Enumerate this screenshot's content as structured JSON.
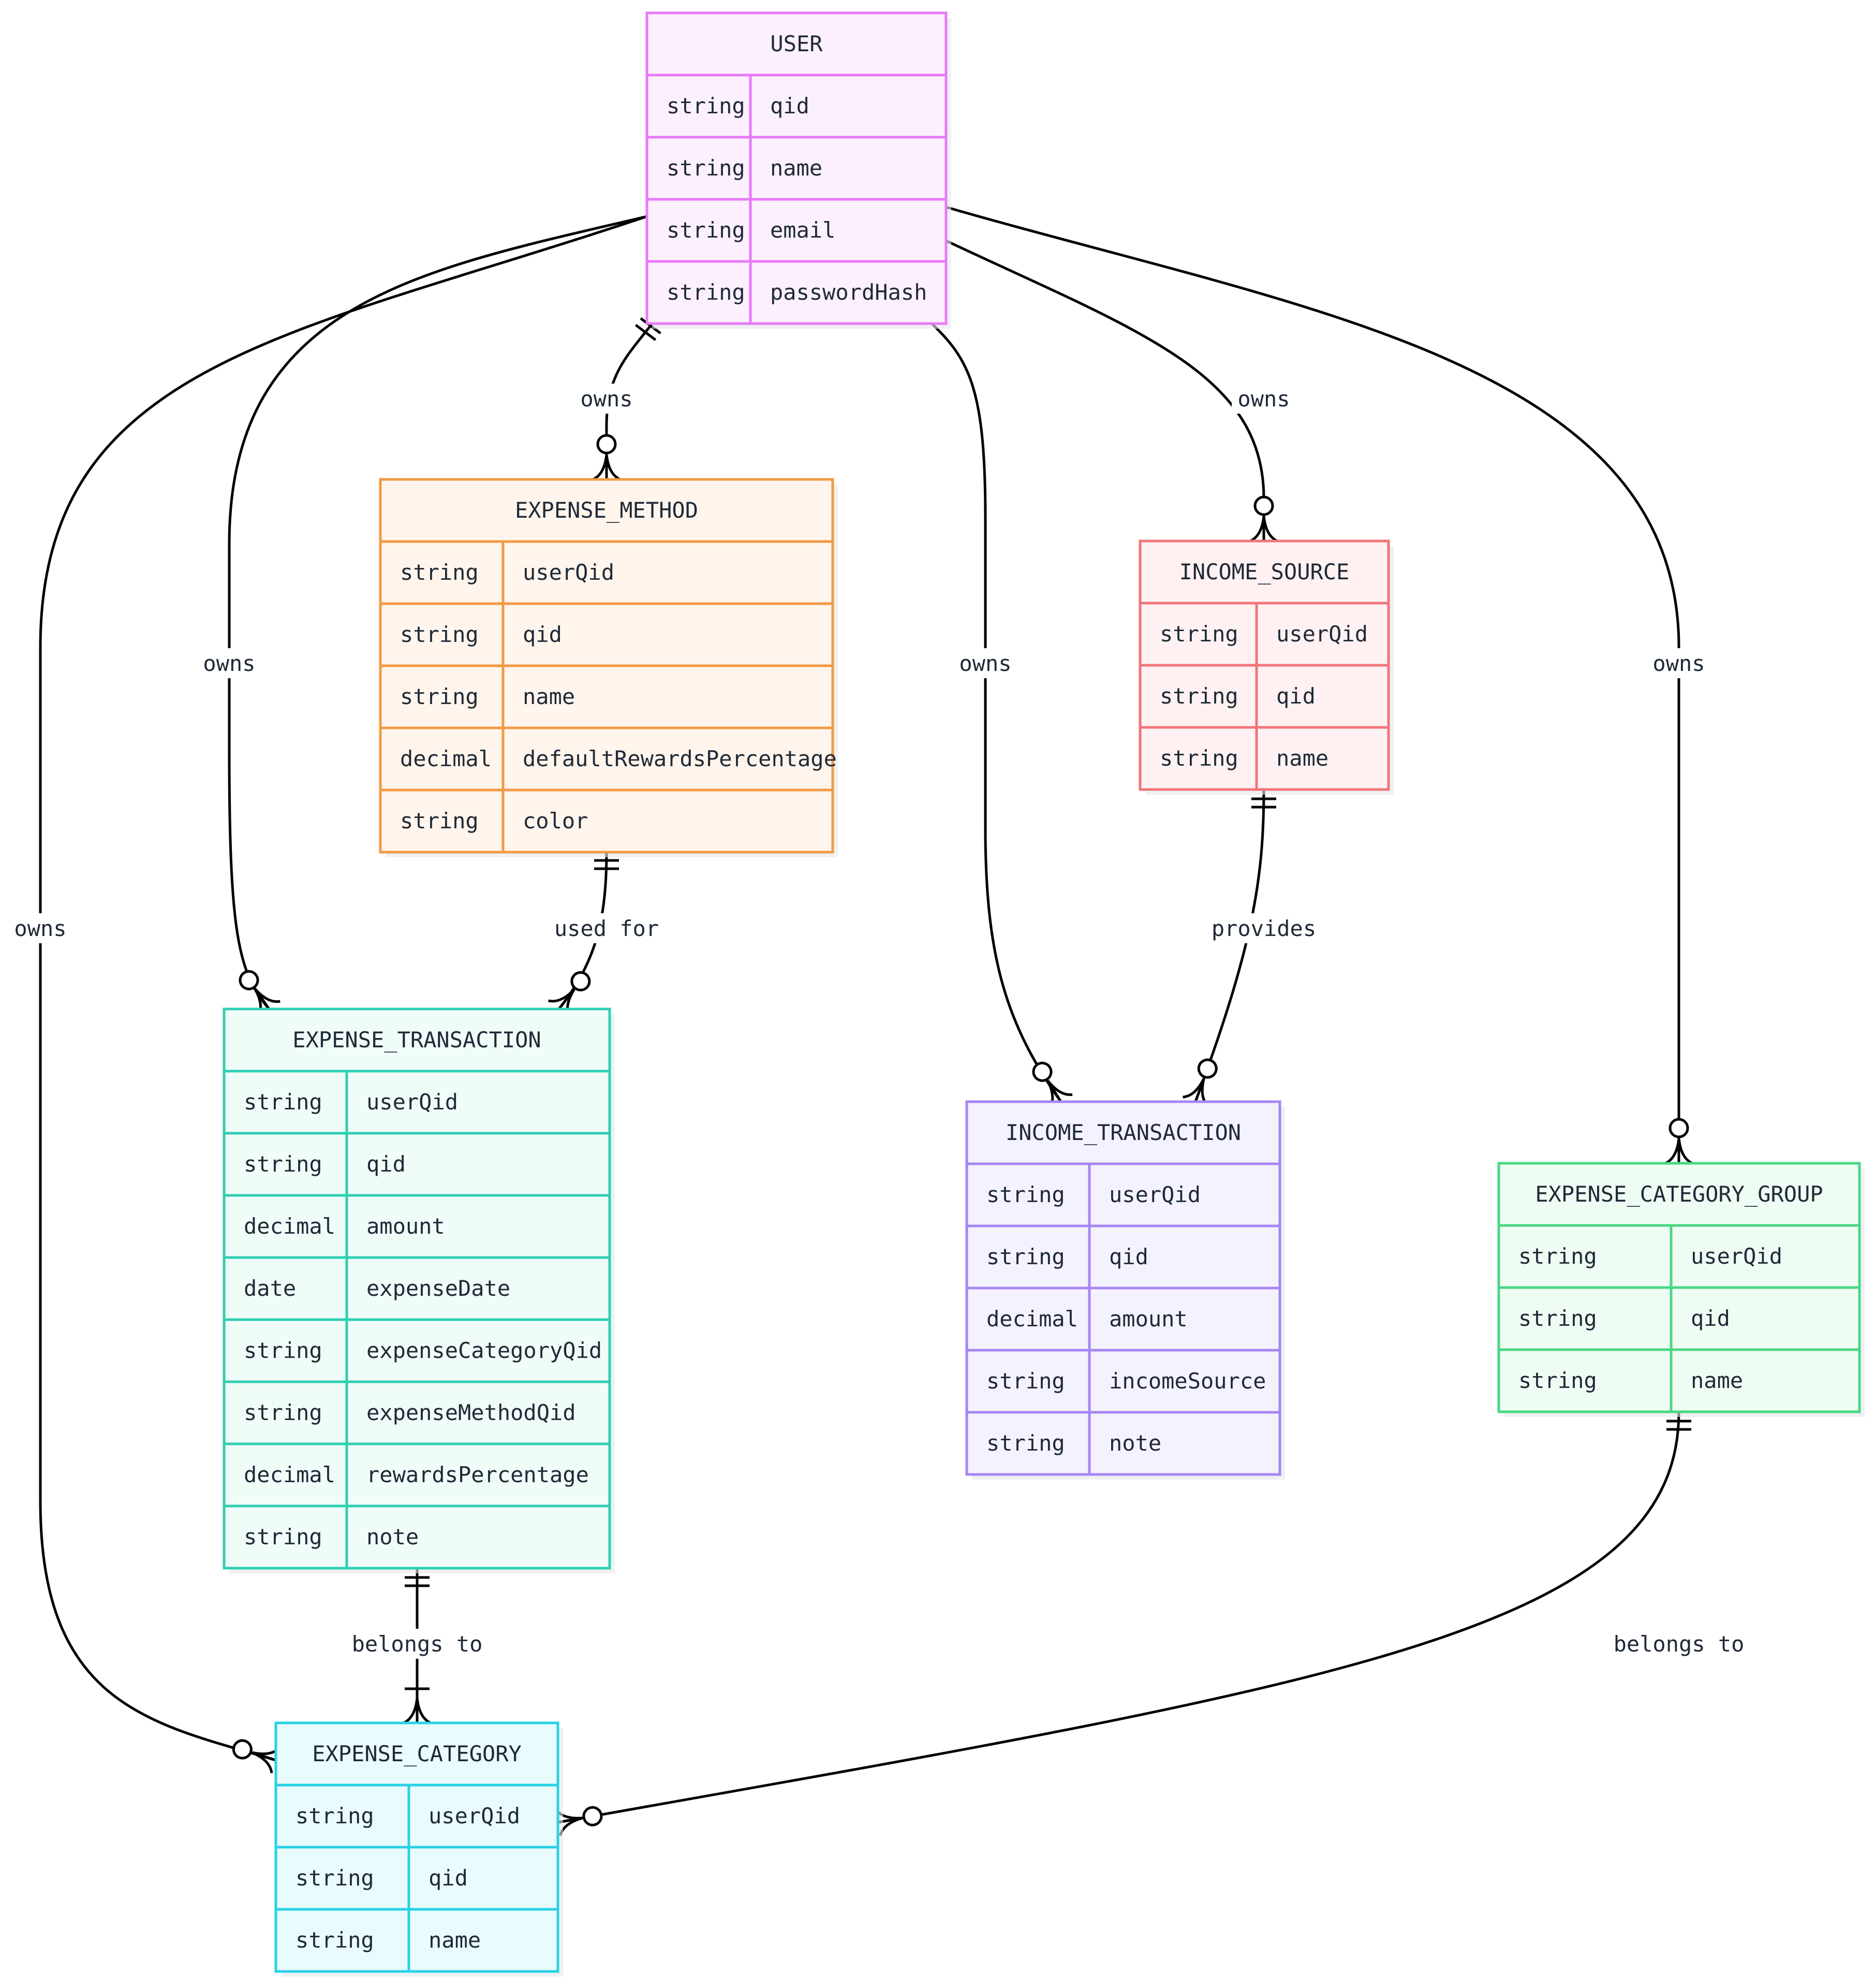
{
  "entities": [
    {
      "id": "user",
      "title": "USER",
      "fill": "#fdf0fd",
      "stroke": "#e879f9",
      "rows": [
        [
          "string",
          "qid"
        ],
        [
          "string",
          "name"
        ],
        [
          "string",
          "email"
        ],
        [
          "string",
          "passwordHash"
        ]
      ]
    },
    {
      "id": "expense_method",
      "title": "EXPENSE_METHOD",
      "fill": "#fff5ec",
      "stroke": "#f19a45",
      "rows": [
        [
          "string",
          "userQid"
        ],
        [
          "string",
          "qid"
        ],
        [
          "string",
          "name"
        ],
        [
          "decimal",
          "defaultRewardsPercentage"
        ],
        [
          "string",
          "color"
        ]
      ]
    },
    {
      "id": "income_source",
      "title": "INCOME_SOURCE",
      "fill": "#fff1f2",
      "stroke": "#f07579",
      "rows": [
        [
          "string",
          "userQid"
        ],
        [
          "string",
          "qid"
        ],
        [
          "string",
          "name"
        ]
      ]
    },
    {
      "id": "expense_transaction",
      "title": "EXPENSE_TRANSACTION",
      "fill": "#effcf8",
      "stroke": "#2fcfb3",
      "rows": [
        [
          "string",
          "userQid"
        ],
        [
          "string",
          "qid"
        ],
        [
          "decimal",
          "amount"
        ],
        [
          "date",
          "expenseDate"
        ],
        [
          "string",
          "expenseCategoryQid"
        ],
        [
          "string",
          "expenseMethodQid"
        ],
        [
          "decimal",
          "rewardsPercentage"
        ],
        [
          "string",
          "note"
        ]
      ]
    },
    {
      "id": "income_transaction",
      "title": "INCOME_TRANSACTION",
      "fill": "#f4f2fe",
      "stroke": "#a685f3",
      "rows": [
        [
          "string",
          "userQid"
        ],
        [
          "string",
          "qid"
        ],
        [
          "decimal",
          "amount"
        ],
        [
          "string",
          "incomeSource"
        ],
        [
          "string",
          "note"
        ]
      ]
    },
    {
      "id": "expense_category_group",
      "title": "EXPENSE_CATEGORY_GROUP",
      "fill": "#eefcf3",
      "stroke": "#4ad684",
      "rows": [
        [
          "string",
          "userQid"
        ],
        [
          "string",
          "qid"
        ],
        [
          "string",
          "name"
        ]
      ]
    },
    {
      "id": "expense_category",
      "title": "EXPENSE_CATEGORY",
      "fill": "#e9fbfd",
      "stroke": "#27d2e6",
      "rows": [
        [
          "string",
          "userQid"
        ],
        [
          "string",
          "qid"
        ],
        [
          "string",
          "name"
        ]
      ]
    }
  ],
  "relationships": [
    {
      "id": "user-expense_method",
      "from": "user",
      "to": "expense_method",
      "label": "owns"
    },
    {
      "id": "user-expense_transaction",
      "from": "user",
      "to": "expense_transaction",
      "label": "owns"
    },
    {
      "id": "user-expense_category",
      "from": "user",
      "to": "expense_category",
      "label": "owns"
    },
    {
      "id": "user-income_source",
      "from": "user",
      "to": "income_source",
      "label": "owns"
    },
    {
      "id": "user-income_transaction",
      "from": "user",
      "to": "income_transaction",
      "label": "owns"
    },
    {
      "id": "user-expense_category_group",
      "from": "user",
      "to": "expense_category_group",
      "label": "owns"
    },
    {
      "id": "expense_method-expense_transaction",
      "from": "expense_method",
      "to": "expense_transaction",
      "label": "used for"
    },
    {
      "id": "income_source-income_transaction",
      "from": "income_source",
      "to": "income_transaction",
      "label": "provides"
    },
    {
      "id": "expense_transaction-expense_category",
      "from": "expense_transaction",
      "to": "expense_category",
      "label": "belongs to"
    },
    {
      "id": "expense_category_group-expense_category",
      "from": "expense_category_group",
      "to": "expense_category",
      "label": "belongs to"
    }
  ]
}
